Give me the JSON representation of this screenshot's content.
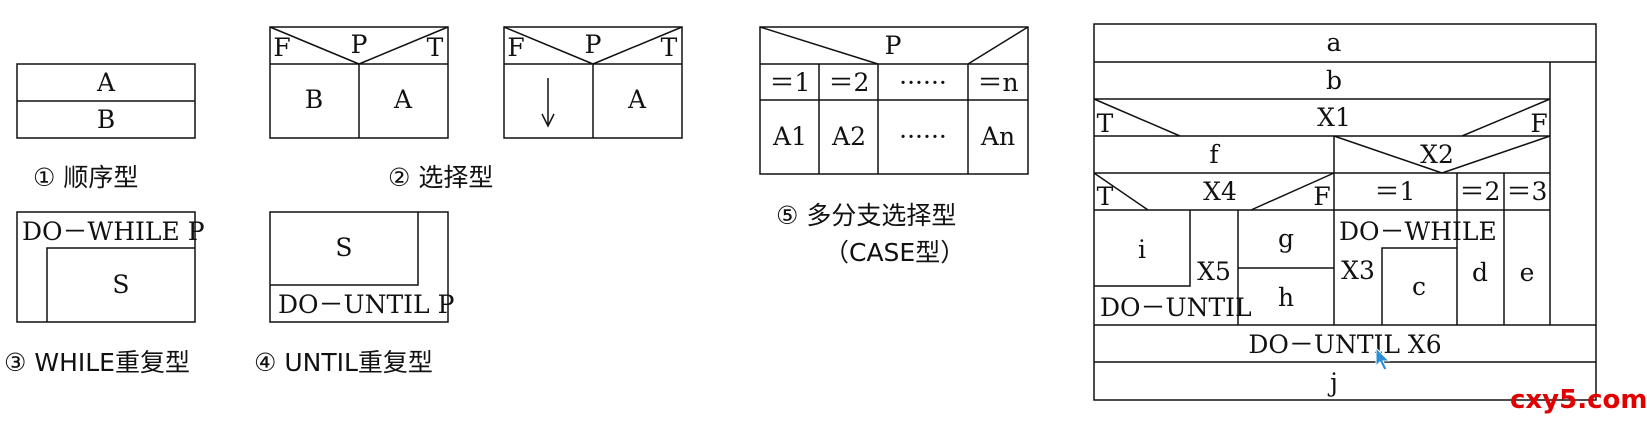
{
  "captions": {
    "sequence": "① 顺序型",
    "selection": "② 选择型",
    "while_loop": "③ WHILE重复型",
    "until_loop": "④ UNTIL重复型",
    "multi_branch_line1": "⑤ 多分支选择型",
    "multi_branch_line2": "（CASE型）"
  },
  "sequence": {
    "top": "A",
    "bottom": "B"
  },
  "selection": {
    "false": "F",
    "cond": "P",
    "true": "T",
    "left": "B",
    "right": "A"
  },
  "selection_null": {
    "false": "F",
    "cond": "P",
    "true": "T",
    "right": "A"
  },
  "while_loop": {
    "header": "DO－WHILE P",
    "body": "S"
  },
  "until_loop": {
    "body": "S",
    "footer": "DO－UNTIL P"
  },
  "case": {
    "cond": "P",
    "branches": [
      "＝1",
      "＝2",
      "······",
      "＝n"
    ],
    "actions": [
      "A1",
      "A2",
      "······",
      "An"
    ]
  },
  "composite": {
    "a": "a",
    "b": "b",
    "x1": "X1",
    "x1_true": "T",
    "x1_false": "F",
    "f": "f",
    "x2": "X2",
    "x2_branches": [
      "＝1",
      "＝2",
      "＝3"
    ],
    "x4": "X4",
    "x4_true": "T",
    "x4_false": "F",
    "i": "i",
    "x5": "X5",
    "do_until_inner": "DO－UNTIL",
    "g": "g",
    "h": "h",
    "do_while": "DO－WHILE",
    "x3": "X3",
    "c": "c",
    "d": "d",
    "e": "e",
    "do_until_x6": "DO－UNTIL X6",
    "j": "j"
  },
  "watermark": "cxy5.com",
  "colors": {
    "line": "#111111",
    "watermark": "#e00000"
  }
}
